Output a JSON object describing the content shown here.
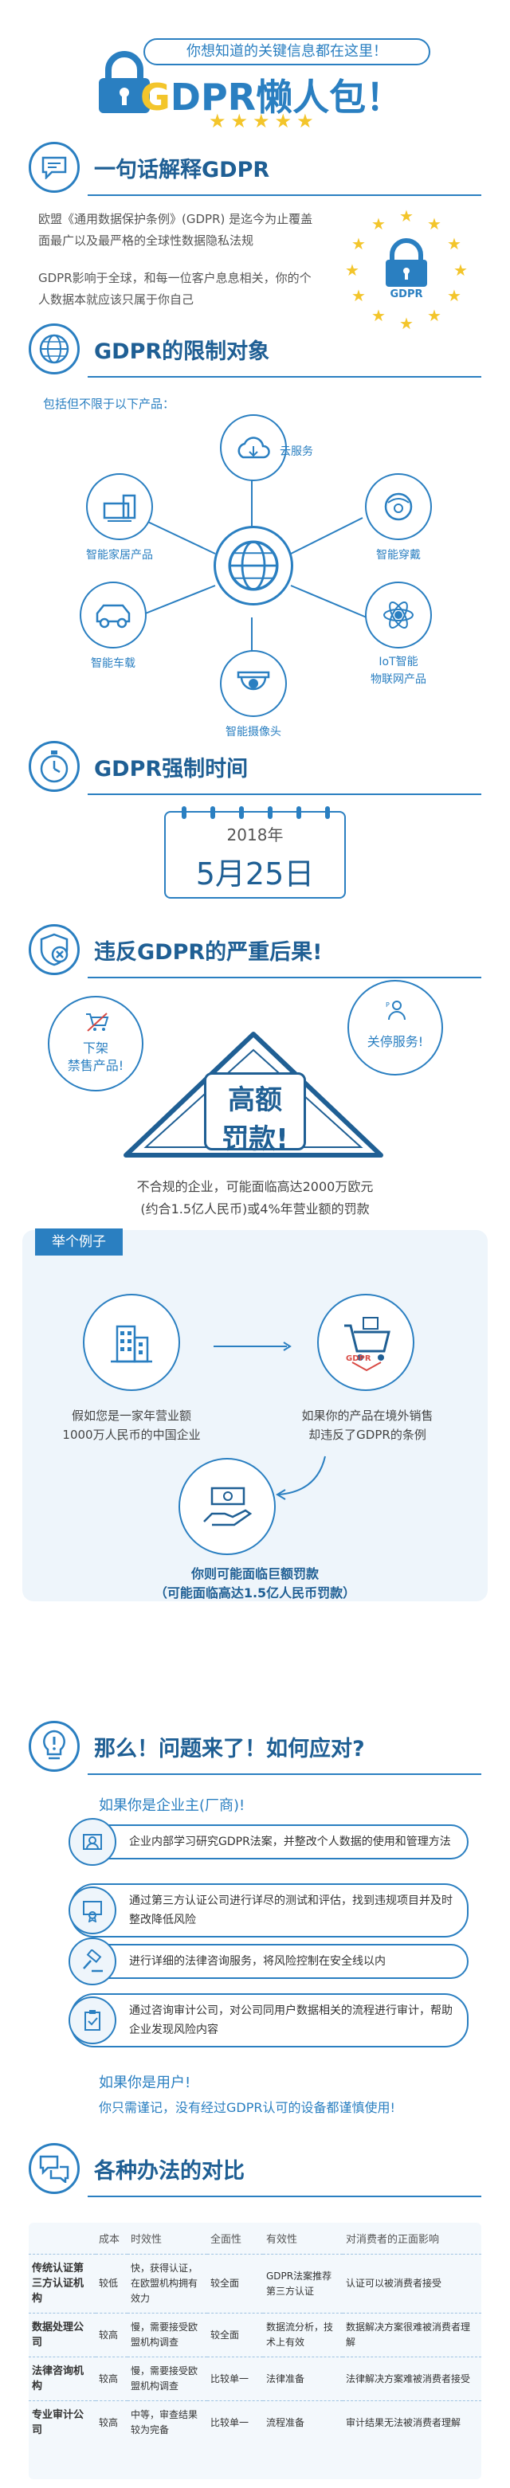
{
  "banner": {
    "subtitle": "你想知道的关键信息都在这里！",
    "title_g": "G",
    "title_rest": "DPR懒人包！"
  },
  "section1": {
    "title": "一句话解释GDPR",
    "p1": "欧盟《通用数据保护条例》(GDPR) 是迄今为止覆盖面最广以及最严格的全球性数据隐私法规",
    "p2": "GDPR影响于全球，和每一位客户息息相关，你的个人数据本就应该只属于你自己",
    "badge_label": "GDPR"
  },
  "section2": {
    "title": "GDPR的限制对象",
    "intro": "包括但不限于以下产品：",
    "items": {
      "cloud": "云服务",
      "home": "智能家居产品",
      "wear": "智能穿戴",
      "car": "智能车载",
      "iot_1": "IoT智能",
      "iot_2": "物联网产品",
      "camera": "智能摄像头"
    }
  },
  "section3": {
    "title": "GDPR强制时间",
    "year": "2018年",
    "date": "5月25日"
  },
  "section4": {
    "title": "违反GDPR的严重后果!",
    "left_1": "下架",
    "left_2": "禁售产品!",
    "right": "关停服务!",
    "fine_1": "高额",
    "fine_2": "罚款!",
    "desc_1": "不合规的企业，可能面临高达2000万欧元",
    "desc_2": "(约合1.5亿人民币)或4%年营业额的罚款"
  },
  "example": {
    "tag": "举个例子",
    "left_1": "假如您是一家年营业额",
    "left_2": "1000万人民币的中国企业",
    "right_1": "如果你的产品在境外销售",
    "right_2": "却违反了GDPR的条例",
    "truck_label": "GDPR",
    "bottom_1": "你则可能面临巨额罚款",
    "bottom_2": "（可能面临高达1.5亿人民币罚款）"
  },
  "section5": {
    "title": "那么！问题来了！如何应对?",
    "biz_head": "如果你是企业主(厂商)!",
    "pills": [
      "企业内部学习研究GDPR法案，并整改个人数据的使用和管理方法",
      "通过第三方认证公司进行详尽的测试和评估，找到违规项目并及时整改降低风险",
      "进行详细的法律咨询服务，将风险控制在安全线以内",
      "通过咨询审计公司，对公司同用户数据相关的流程进行审计，帮助企业发现风险内容"
    ],
    "user_head": "如果你是用户!",
    "user_text": "你只需谨记，没有经过GDPR认可的设备都谨慎使用!"
  },
  "section6": {
    "title": "各种办法的对比",
    "headers": [
      "",
      "成本",
      "时效性",
      "全面性",
      "有效性",
      "对消费者的正面影响"
    ],
    "rows": [
      {
        "name": "传统认证第三方认证机构",
        "cost": "较低",
        "time": "快，获得认证，在欧盟机构拥有效力",
        "cover": "较全面",
        "eff": "GDPR法案推荐第三方认证",
        "pos": "认证可以被消费者接受"
      },
      {
        "name": "数据处理公司",
        "cost": "较高",
        "time": "慢，需要接受欧盟机构调查",
        "cover": "较全面",
        "eff": "数据流分析，技术上有效",
        "pos": "数据解决方案很难被消费者理解"
      },
      {
        "name": "法律咨询机构",
        "cost": "较高",
        "time": "慢，需要接受欧盟机构调查",
        "cover": "比较单一",
        "eff": "法律准备",
        "pos": "法律解决方案难被消费者接受"
      },
      {
        "name": "专业审计公司",
        "cost": "较高",
        "time": "中等，审查结果较为完备",
        "cover": "比较单一",
        "eff": "流程准备",
        "pos": "审计结果无法被消费者理解"
      }
    ]
  },
  "colors": {
    "primary": "#2a7fc1",
    "dark": "#1f5f94",
    "accent": "#f3c52b",
    "alert": "#d94b45"
  }
}
